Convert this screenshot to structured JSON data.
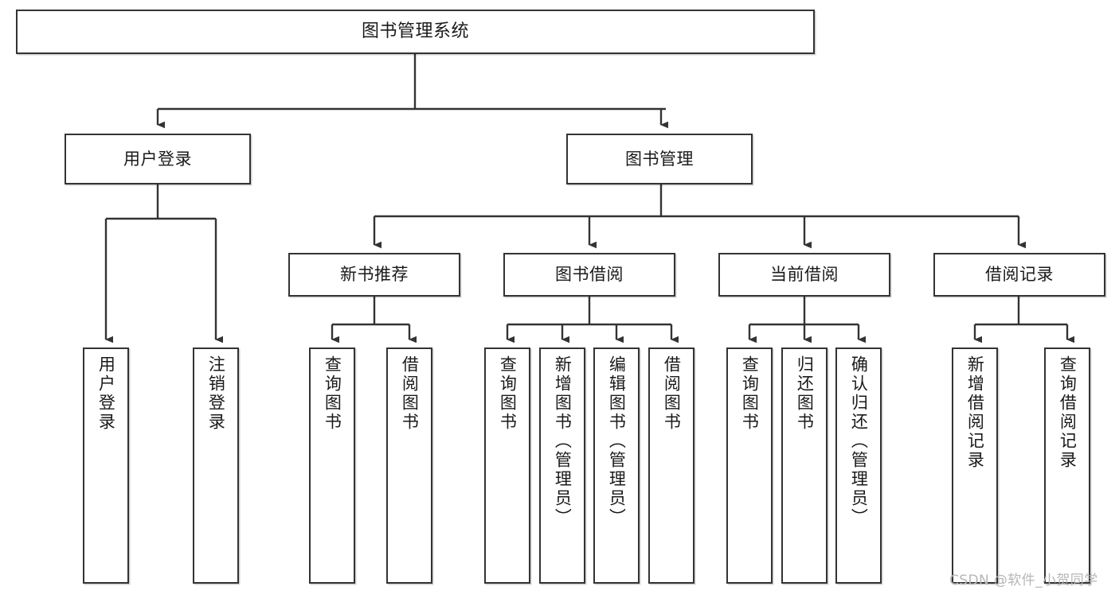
{
  "diagram": {
    "title": "图书管理系统",
    "type": "functional-structure-tree",
    "colors": {
      "box_border": "#333333",
      "box_fill": "#ffffff",
      "connector": "#333333",
      "text": "#1a1a1a",
      "watermark": "#b6b6b6",
      "background": "#ffffff"
    },
    "watermark": "CSDN @软件_小贺同学",
    "nodes": {
      "root": {
        "label": "图书管理系统"
      },
      "level2": [
        {
          "id": "user-login",
          "label": "用户登录"
        },
        {
          "id": "book-manage",
          "label": "图书管理"
        }
      ],
      "level3": [
        {
          "id": "new-book-recommend",
          "label": "新书推荐"
        },
        {
          "id": "book-borrow",
          "label": "图书借阅"
        },
        {
          "id": "current-borrow",
          "label": "当前借阅"
        },
        {
          "id": "borrow-record",
          "label": "借阅记录"
        }
      ],
      "leaves": {
        "user-login": [
          {
            "id": "leaf-user-login",
            "label": "用户登录"
          },
          {
            "id": "leaf-user-logout",
            "label": "注销登录"
          }
        ],
        "new-book-recommend": [
          {
            "id": "leaf-query-book-1",
            "label": "查询图书"
          },
          {
            "id": "leaf-borrow-book-1",
            "label": "借阅图书"
          }
        ],
        "book-borrow": [
          {
            "id": "leaf-query-book-2",
            "label": "查询图书"
          },
          {
            "id": "leaf-add-book",
            "label": "新增图书（管理员）"
          },
          {
            "id": "leaf-edit-book",
            "label": "编辑图书（管理员）"
          },
          {
            "id": "leaf-borrow-book-2",
            "label": "借阅图书"
          }
        ],
        "current-borrow": [
          {
            "id": "leaf-query-book-3",
            "label": "查询图书"
          },
          {
            "id": "leaf-return-book",
            "label": "归还图书"
          },
          {
            "id": "leaf-confirm-return",
            "label": "确认归还（管理员）"
          }
        ],
        "borrow-record": [
          {
            "id": "leaf-add-record",
            "label": "新增借阅记录"
          },
          {
            "id": "leaf-query-record",
            "label": "查询借阅记录"
          }
        ]
      }
    }
  }
}
